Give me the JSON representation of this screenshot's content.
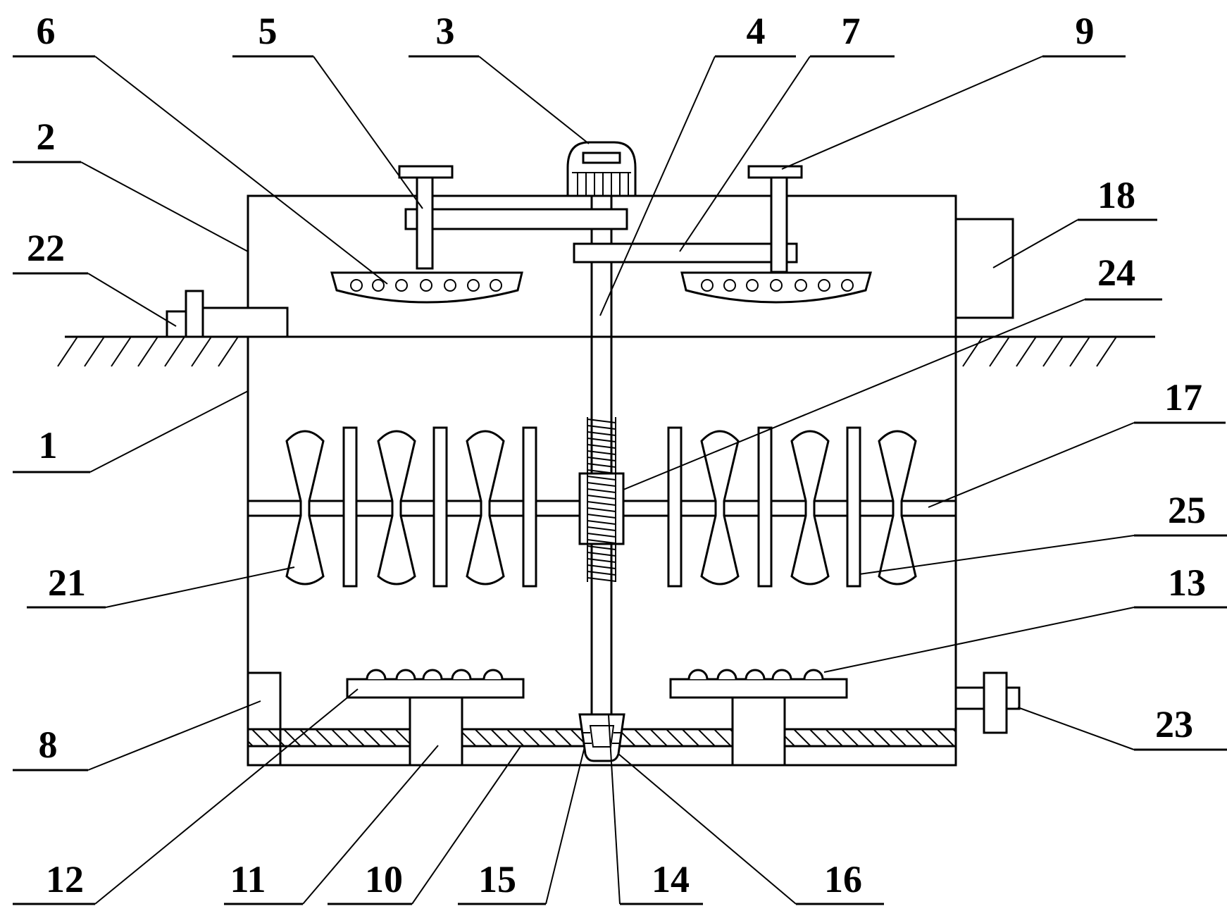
{
  "labels": [
    {
      "id": "L6",
      "text": "6"
    },
    {
      "id": "L5",
      "text": "5"
    },
    {
      "id": "L3",
      "text": "3"
    },
    {
      "id": "L4",
      "text": "4"
    },
    {
      "id": "L7",
      "text": "7"
    },
    {
      "id": "L9",
      "text": "9"
    },
    {
      "id": "L2",
      "text": "2"
    },
    {
      "id": "L18",
      "text": "18"
    },
    {
      "id": "L22",
      "text": "22"
    },
    {
      "id": "L24",
      "text": "24"
    },
    {
      "id": "L17",
      "text": "17"
    },
    {
      "id": "L1",
      "text": "1"
    },
    {
      "id": "L25",
      "text": "25"
    },
    {
      "id": "L21",
      "text": "21"
    },
    {
      "id": "L13",
      "text": "13"
    },
    {
      "id": "L8",
      "text": "8"
    },
    {
      "id": "L23",
      "text": "23"
    },
    {
      "id": "L12",
      "text": "12"
    },
    {
      "id": "L11",
      "text": "11"
    },
    {
      "id": "L10",
      "text": "10"
    },
    {
      "id": "L15",
      "text": "15"
    },
    {
      "id": "L14",
      "text": "14"
    },
    {
      "id": "L16",
      "text": "16"
    }
  ]
}
